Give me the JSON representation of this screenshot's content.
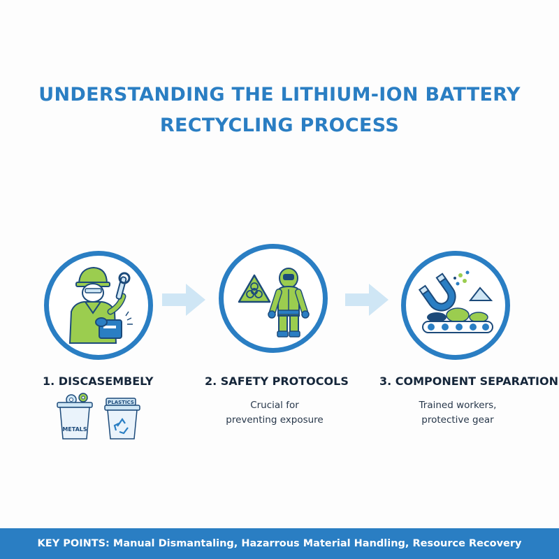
{
  "title": {
    "line1": "UNDERSTANDING THE LITHIUM-ION BATTERY",
    "line2": "RECTYCLING PROCESS"
  },
  "steps": [
    {
      "title": "1. DISCASEMBELY",
      "icon": "worker-wrench-icon"
    },
    {
      "title": "2. SAFETY PROTOCOLS",
      "description_line1": "Crucial for",
      "description_line2": "preventing exposure",
      "icon": "hazmat-suit-biohazard-icon"
    },
    {
      "title": "3. COMPONENT SEPARATION",
      "description_line1": "Trained workers,",
      "description_line2": "protective gear",
      "icon": "magnet-conveyor-icon"
    }
  ],
  "bins": [
    {
      "label": "METALS",
      "icon": "gears-icon"
    },
    {
      "label": "PLASTICS",
      "icon": "recycle-icon"
    }
  ],
  "footer": {
    "text": "KEY POINTS: Manual Dismantaling, Hazarrous Material Handling, Resource Recovery"
  },
  "colors": {
    "primary_blue": "#2a7ec3",
    "lime_green": "#9bcd4f",
    "arrow_light_blue": "#cfe6f5"
  }
}
